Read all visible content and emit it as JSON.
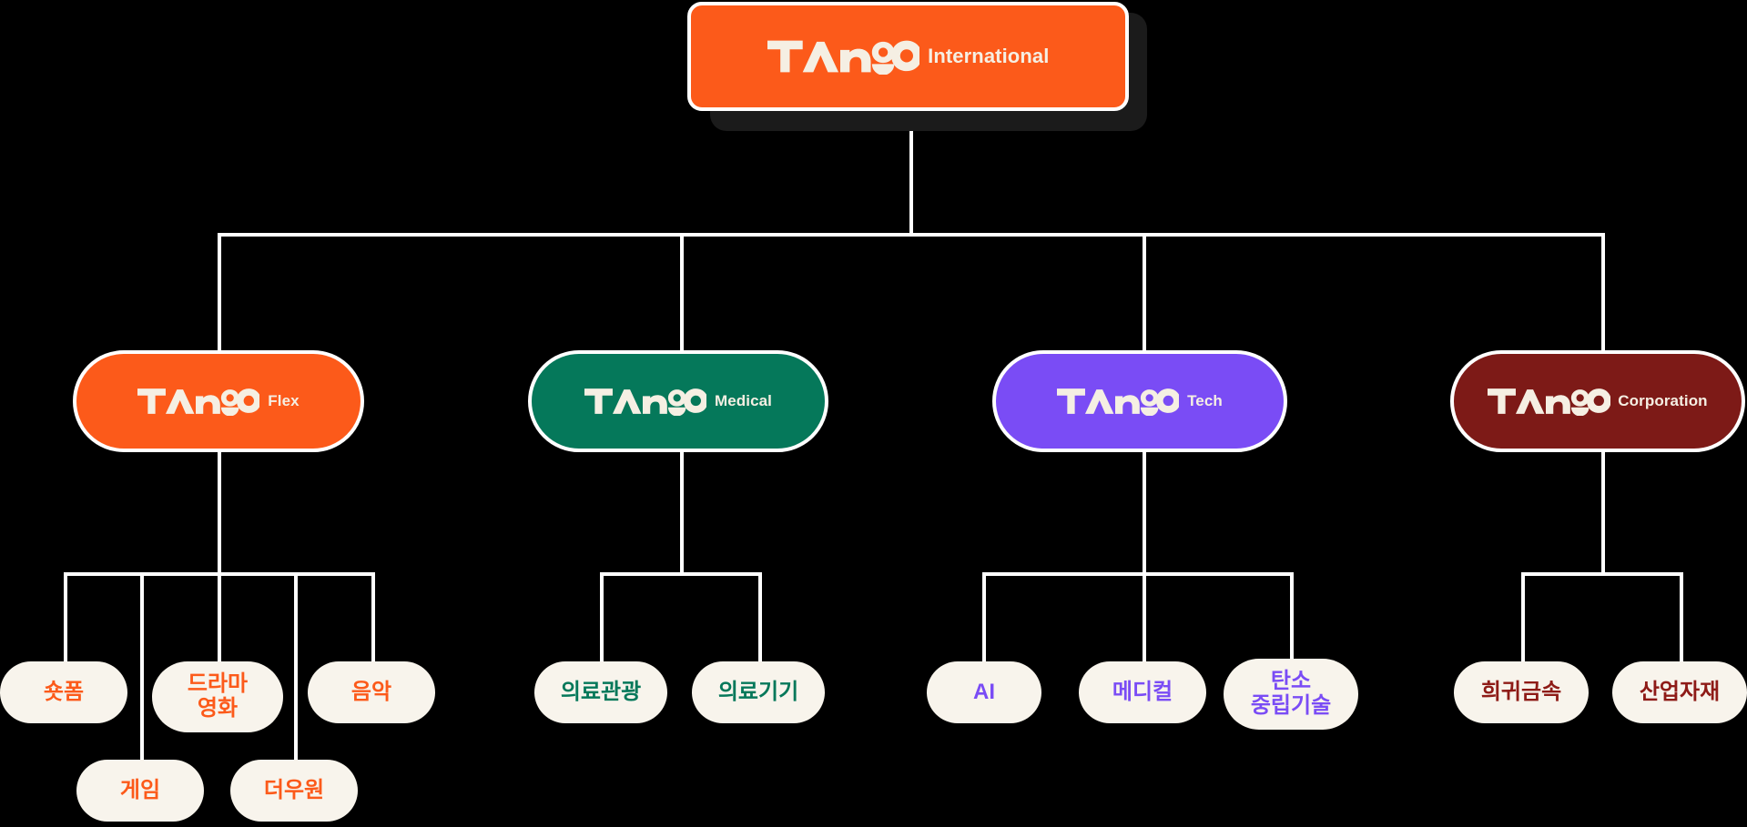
{
  "diagram": {
    "title": "TANGO International organization chart",
    "background_color": "#000000",
    "connector_color": "#FFFFFF",
    "node_outline_color": "#FFFFFF",
    "leaf_fill_color": "#F8F4EC",
    "wordmark_color": "#F5EFE3",
    "root_shadow_color": "#1B1B1B"
  },
  "root": {
    "wordmark": "TANGO",
    "suffix": "International",
    "color": "#FC5A1A",
    "icon": "tango-wordmark"
  },
  "divisions": [
    {
      "id": "flex",
      "wordmark": "TANGO",
      "suffix": "Flex",
      "color": "#FC5A1A",
      "text_color": "#FC5A1A",
      "children": [
        {
          "label": "숏폼"
        },
        {
          "label": "게임"
        },
        {
          "label": "드라마\n영화"
        },
        {
          "label": "더우원"
        },
        {
          "label": "음악"
        }
      ]
    },
    {
      "id": "medical",
      "wordmark": "TANGO",
      "suffix": "Medical",
      "color": "#05785A",
      "text_color": "#05785A",
      "children": [
        {
          "label": "의료관광"
        },
        {
          "label": "의료기기"
        }
      ]
    },
    {
      "id": "tech",
      "wordmark": "TANGO",
      "suffix": "Tech",
      "color": "#7A4CF5",
      "text_color": "#7A4CF5",
      "children": [
        {
          "label": "AI"
        },
        {
          "label": "메디컬"
        },
        {
          "label": "탄소\n중립기술"
        }
      ]
    },
    {
      "id": "corporation",
      "wordmark": "TANGO",
      "suffix": "Corporation",
      "color": "#7D1A17",
      "text_color": "#8E1B17",
      "children": [
        {
          "label": "희귀금속"
        },
        {
          "label": "산업자재"
        }
      ]
    }
  ]
}
